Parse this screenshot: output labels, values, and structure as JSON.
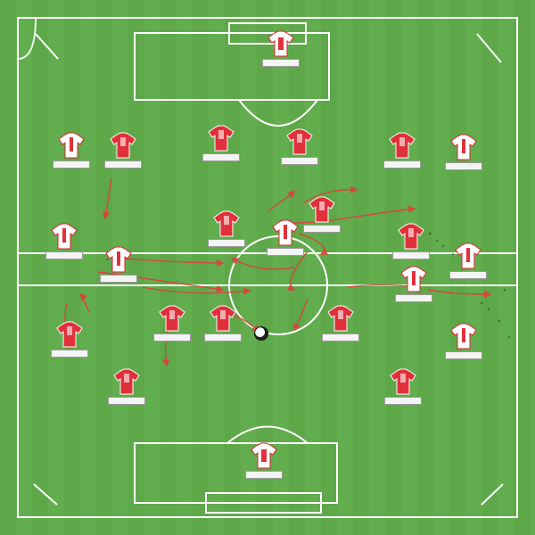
{
  "colors": {
    "grass": "#5ea84a",
    "lines": "#ffffff",
    "jersey_main": "#e0313b",
    "jersey_alt": "#ffffff",
    "arrows": "#e23b3b"
  },
  "ball_icon": "soccer-ball-icon",
  "players": [
    {
      "id": "gk-top",
      "label": "",
      "label2": "",
      "style": "white"
    },
    {
      "id": "p-lw",
      "label": "",
      "style": "white"
    },
    {
      "id": "p-lcm",
      "label": "",
      "style": "red"
    },
    {
      "id": "p-cam-l",
      "label": "",
      "style": "red"
    },
    {
      "id": "p-cam-r",
      "label": "",
      "style": "red"
    },
    {
      "id": "p-rcm",
      "label": "",
      "style": "red"
    },
    {
      "id": "p-rw",
      "label": "",
      "style": "white"
    },
    {
      "id": "p-cm-c",
      "label": "",
      "style": "red"
    },
    {
      "id": "p-st",
      "label": "",
      "style": "white"
    },
    {
      "id": "p-cm-r",
      "label": "",
      "style": "red"
    },
    {
      "id": "p-lm",
      "label": "",
      "style": "white"
    },
    {
      "id": "p-lcm2",
      "label": "",
      "style": "white"
    },
    {
      "id": "p-rm",
      "label": "",
      "style": "red"
    },
    {
      "id": "p-rb-w",
      "label": "",
      "style": "white"
    },
    {
      "id": "p-rm2",
      "label": "",
      "style": "white"
    },
    {
      "id": "p-lb",
      "label": "",
      "style": "red"
    },
    {
      "id": "p-cm-bl",
      "label": "",
      "style": "red"
    },
    {
      "id": "p-cm-bc",
      "label": "",
      "style": "red"
    },
    {
      "id": "p-cm-br",
      "label": "",
      "style": "red"
    },
    {
      "id": "p-rb",
      "label": "",
      "style": "white"
    },
    {
      "id": "p-lcb",
      "label": "",
      "style": "red"
    },
    {
      "id": "p-rcb",
      "label": "",
      "style": "red"
    },
    {
      "id": "gk-bottom",
      "label": "",
      "style": "white"
    }
  ]
}
